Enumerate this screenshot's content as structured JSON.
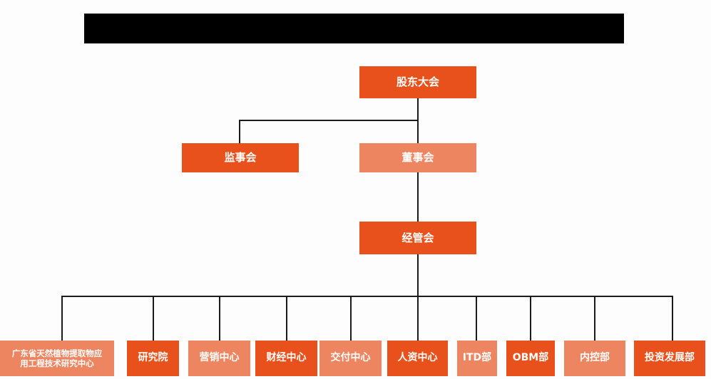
{
  "chart_data": {
    "type": "diagram",
    "diagram_type": "organization-chart",
    "title": "",
    "orientation": "top-down",
    "colors": {
      "accent_dark": "#e8511b",
      "accent_light": "#ed8561",
      "connector": "#1a1a1a",
      "background": "#fdfdfd",
      "redaction": "#000000",
      "node_text": "#ffffff"
    },
    "levels": [
      {
        "level": 1,
        "nodes": [
          "股东大会"
        ]
      },
      {
        "level": 2,
        "nodes": [
          "监事会",
          "董事会"
        ]
      },
      {
        "level": 3,
        "nodes": [
          "经管会"
        ]
      },
      {
        "level": 4,
        "nodes": [
          "广东省天然植物提取物应用工程技术研究中心",
          "研究院",
          "营销中心",
          "财经中心",
          "交付中心",
          "人资中心",
          "ITD部",
          "OBM部",
          "内控部",
          "投资发展部"
        ]
      }
    ],
    "edges": [
      {
        "from": "股东大会",
        "to": "监事会"
      },
      {
        "from": "股东大会",
        "to": "董事会"
      },
      {
        "from": "董事会",
        "to": "经管会"
      },
      {
        "from": "经管会",
        "to": "广东省天然植物提取物应用工程技术研究中心"
      },
      {
        "from": "经管会",
        "to": "研究院"
      },
      {
        "from": "经管会",
        "to": "营销中心"
      },
      {
        "from": "经管会",
        "to": "财经中心"
      },
      {
        "from": "经管会",
        "to": "交付中心"
      },
      {
        "from": "经管会",
        "to": "人资中心"
      },
      {
        "from": "经管会",
        "to": "ITD部"
      },
      {
        "from": "经管会",
        "to": "OBM部"
      },
      {
        "from": "经管会",
        "to": "内控部"
      },
      {
        "from": "经管会",
        "to": "投资发展部"
      }
    ]
  },
  "header": {
    "redacted_title": ""
  },
  "nodes": {
    "shareholders": {
      "label": "股东大会"
    },
    "supervisors": {
      "label": "监事会"
    },
    "directors": {
      "label": "董事会"
    },
    "management": {
      "label": "经管会"
    },
    "research_center": {
      "line1": "广东省天然植物提取物应",
      "line2": "用工程技术研究中心"
    },
    "institute": {
      "label": "研究院"
    },
    "marketing": {
      "label": "营销中心"
    },
    "finance": {
      "label": "财经中心"
    },
    "delivery": {
      "label": "交付中心"
    },
    "hr": {
      "label": "人资中心"
    },
    "itd": {
      "label": "ITD部"
    },
    "obm": {
      "label": "OBM部"
    },
    "internal_control": {
      "label": "内控部"
    },
    "investment": {
      "label": "投资发展部"
    }
  }
}
